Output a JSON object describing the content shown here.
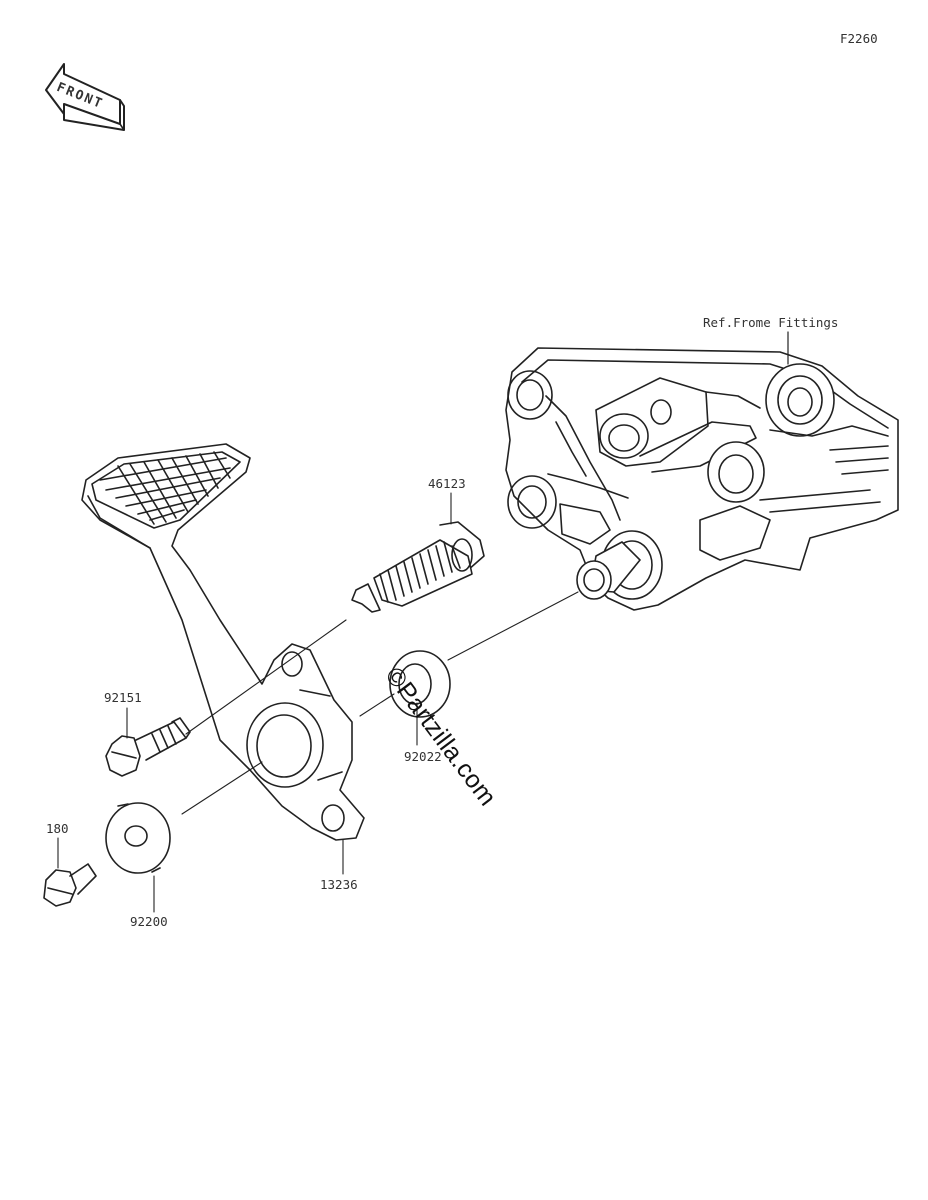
{
  "diagram": {
    "code": "F2260",
    "front_label": "FRONT",
    "reference_label": "Ref.Frome Fittings",
    "watermark": "©Partzilla.com",
    "parts": [
      {
        "number": "46123"
      },
      {
        "number": "92151"
      },
      {
        "number": "92022"
      },
      {
        "number": "180"
      },
      {
        "number": "92200"
      },
      {
        "number": "13236"
      }
    ]
  }
}
